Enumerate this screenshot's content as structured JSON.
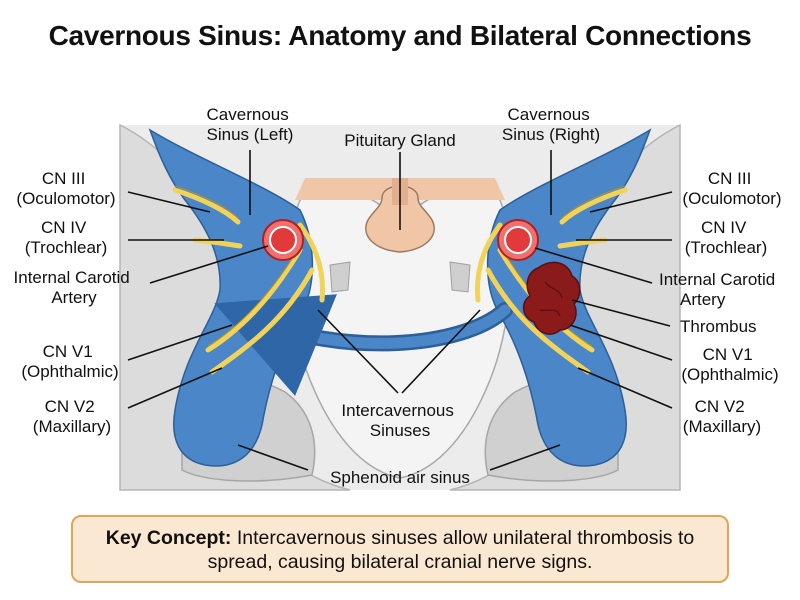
{
  "title": "Cavernous Sinus: Anatomy and Bilateral Connections",
  "labels": {
    "left_sinus": [
      "Cavernous",
      "Sinus (Left)"
    ],
    "right_sinus": [
      "Cavernous",
      "Sinus (Right)"
    ],
    "pituitary": "Pituitary Gland",
    "left_cn3": [
      "CN III",
      "(Oculomotor)"
    ],
    "left_cn4": [
      "CN IV",
      "(Trochlear)"
    ],
    "left_ica": [
      "Internal Carotid",
      "Artery"
    ],
    "left_cnv1": [
      "CN V1",
      "(Ophthalmic)"
    ],
    "left_cnv2": [
      "CN V2",
      "(Maxillary)"
    ],
    "right_cn3": [
      "CN III",
      "(Oculomotor)"
    ],
    "right_cn4": [
      "CN IV",
      "(Trochlear)"
    ],
    "right_ica": [
      "Internal Carotid",
      "Artery"
    ],
    "thrombus": "Thrombus",
    "right_cnv1": [
      "CN V1",
      "(Ophthalmic)"
    ],
    "right_cnv2": [
      "CN V2",
      "(Maxillary)"
    ],
    "intercavernous": [
      "Intercavernous",
      "Sinuses"
    ],
    "sphenoid": "Sphenoid air sinus"
  },
  "key_concept": {
    "label": "Key Concept:",
    "text": "Intercavernous sinuses allow unilateral thrombosis to spread, causing bilateral cranial nerve signs."
  },
  "colors": {
    "sinus_blue": "#4a86c8",
    "artery_red": "#e23a3a",
    "nerve_yellow": "#f2d35a",
    "thrombus": "#8b1a1a",
    "pituitary": "#f0c6a6",
    "key_box_fill": "#fbe8d2",
    "key_box_border": "#e2a458"
  }
}
